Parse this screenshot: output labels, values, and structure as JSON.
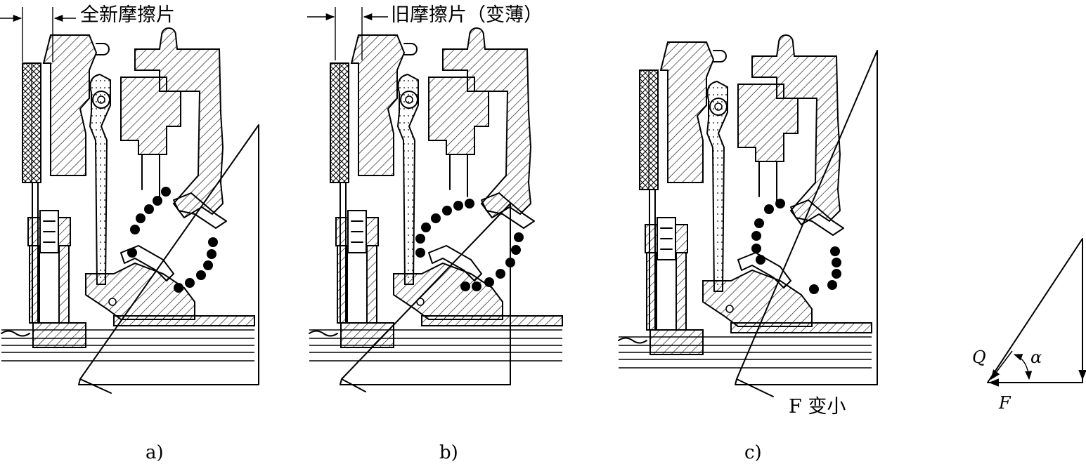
{
  "labels": {
    "new_pad": "全新摩擦片",
    "old_pad": "旧摩擦片（变薄）",
    "force_result": "F 变小",
    "caption_a": "a)",
    "caption_b": "b)",
    "caption_c": "c)"
  },
  "force_triangle": {
    "q": "Q",
    "alpha": "α",
    "f": "F"
  }
}
